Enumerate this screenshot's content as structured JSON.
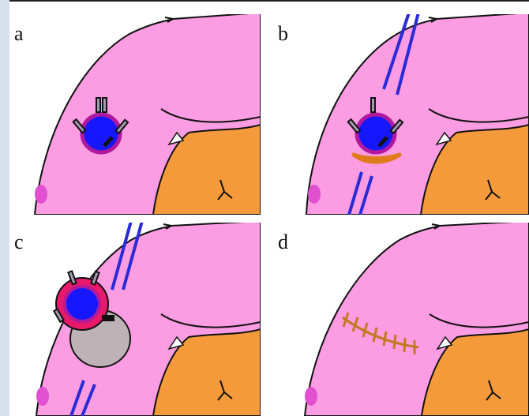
{
  "figure": {
    "panels": [
      {
        "label": "a"
      },
      {
        "label": "b"
      },
      {
        "label": "c"
      },
      {
        "label": "d"
      }
    ]
  },
  "colors": {
    "skin": "#fc9ce2",
    "axilla": "#f59a3b",
    "outline": "#111111",
    "lesion": "#1616ff",
    "lesion_border": "#b0199e",
    "incision_line": "#2b2bd6",
    "crescent": "#e07b1a",
    "excision_margin": "#e8186a",
    "defect": "#bdb3b6",
    "suture": "#c4781f",
    "left_bar": "#d8e0ee"
  },
  "icons": {
    "retraction_hooks": "hook-icon",
    "sutures": "suture-icon"
  }
}
